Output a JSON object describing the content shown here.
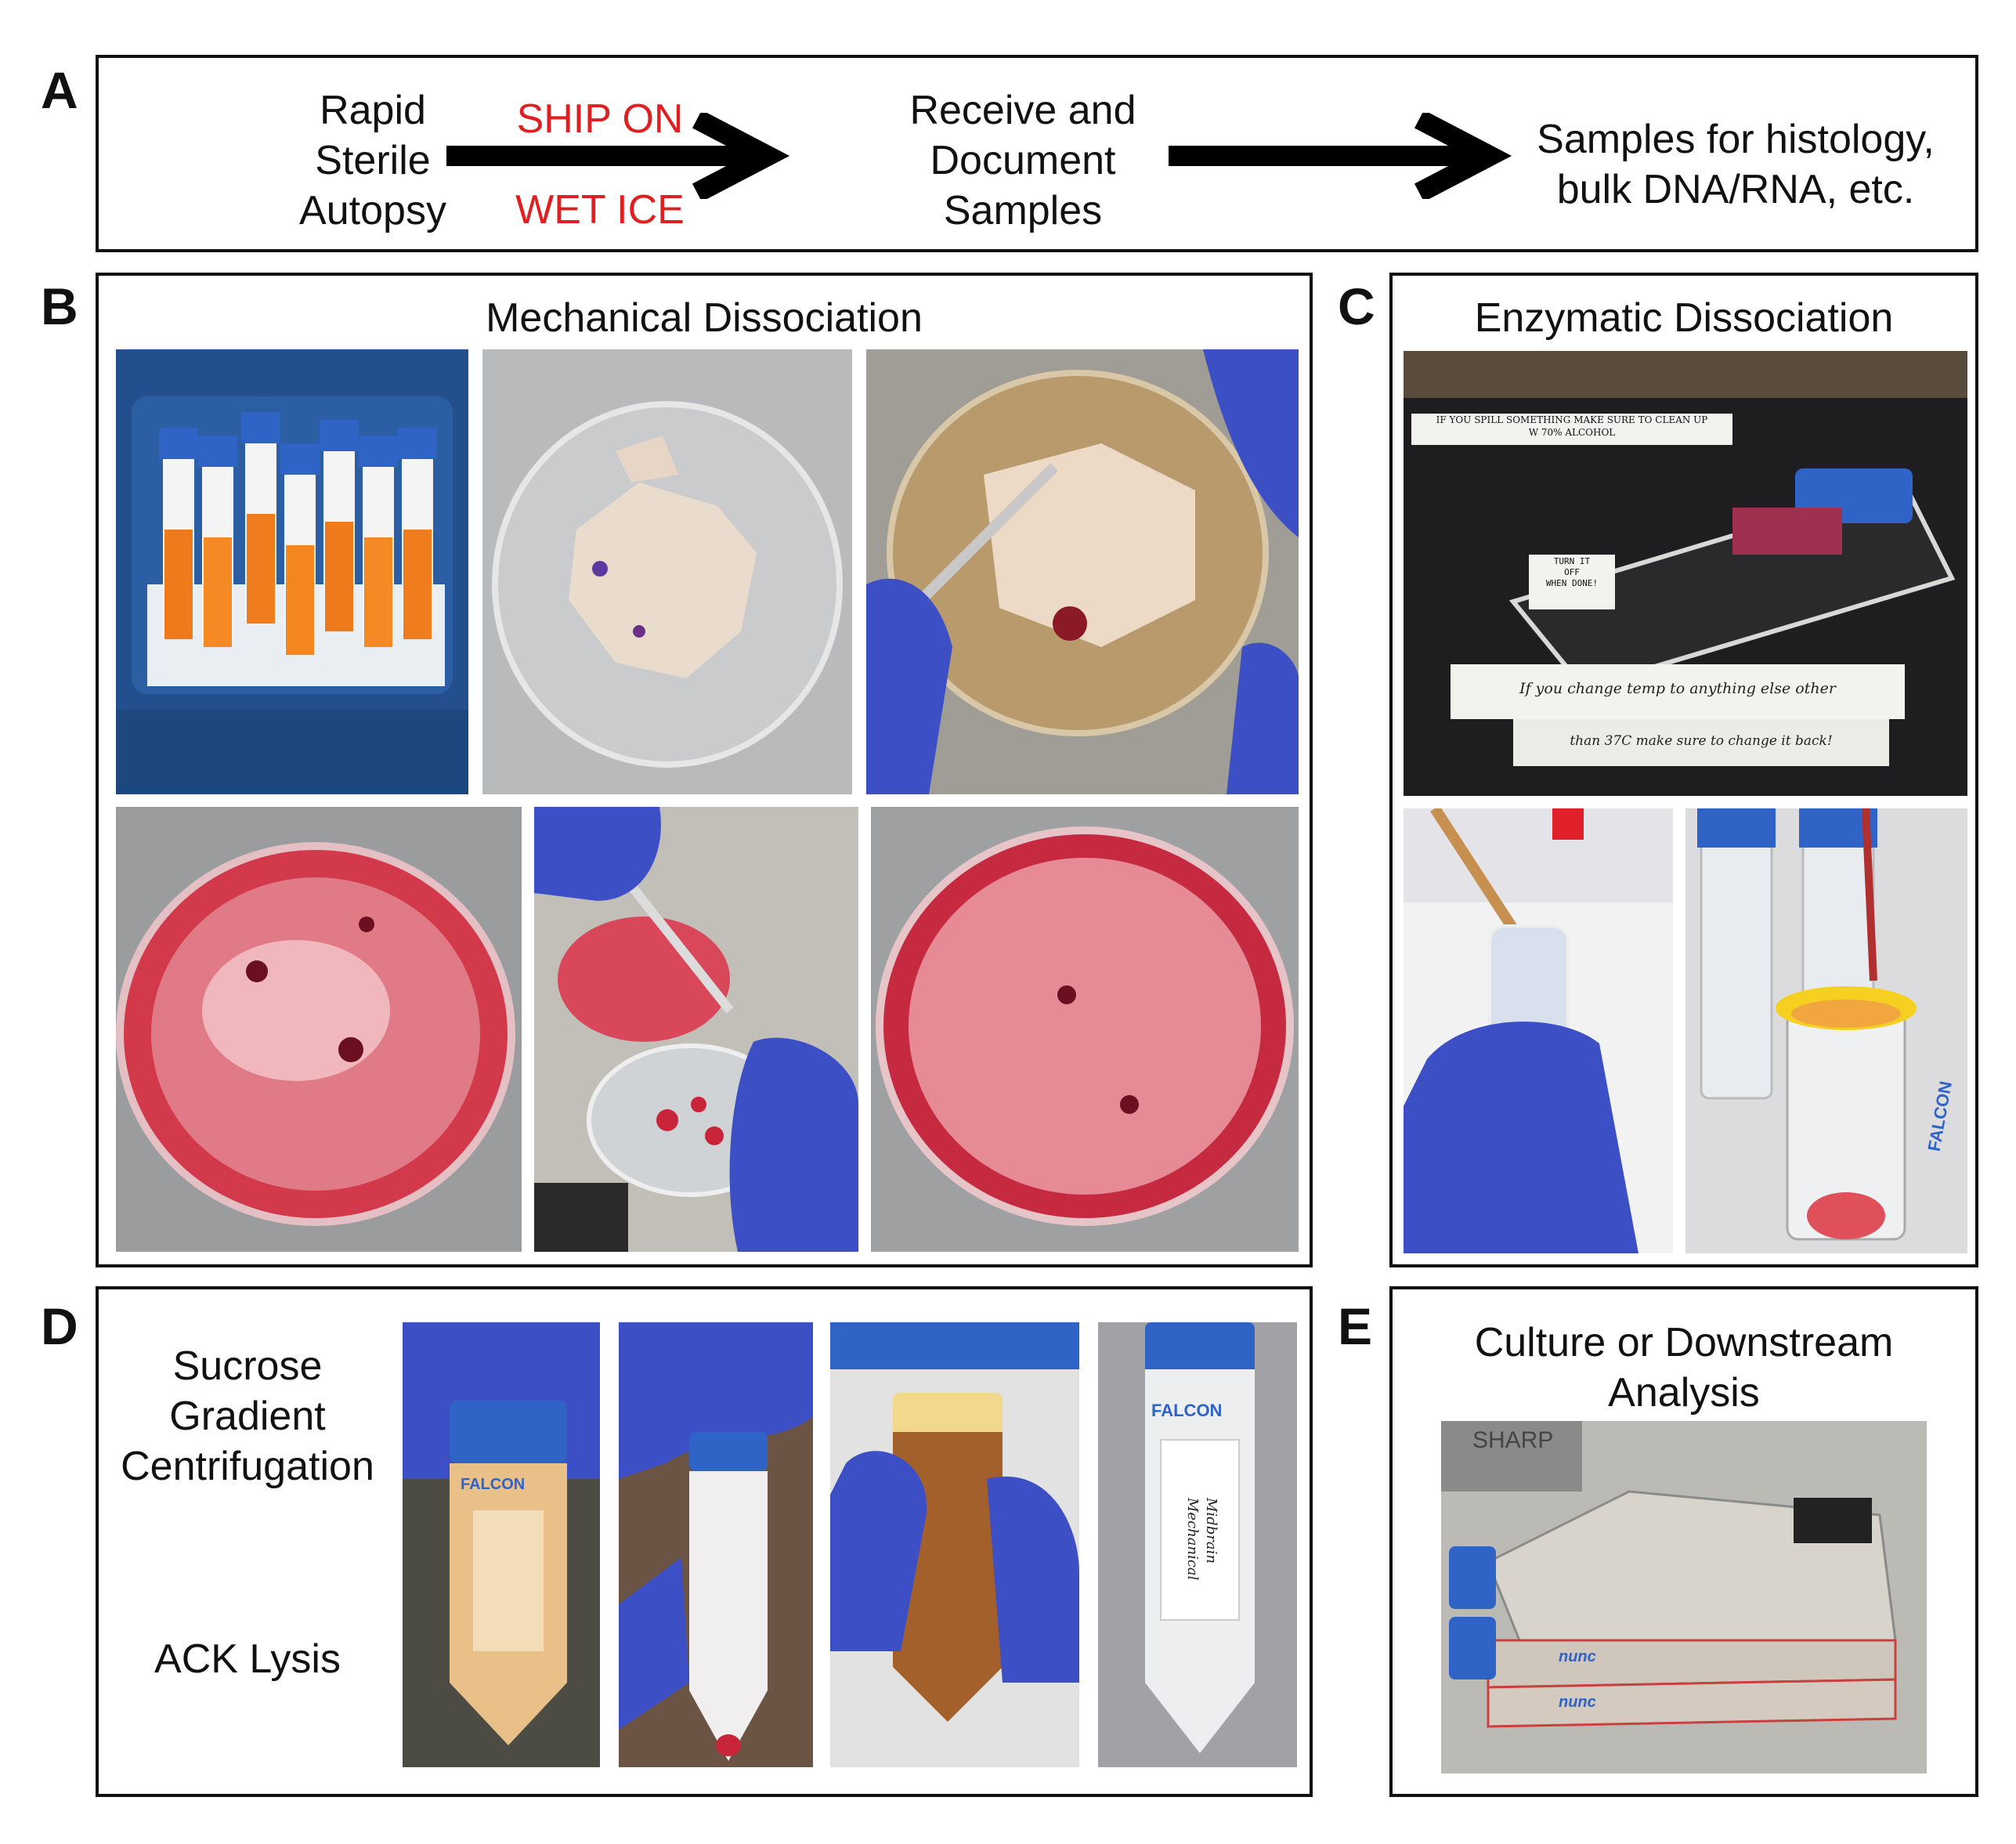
{
  "panels": {
    "A": {
      "letter": "A",
      "step1": [
        "Rapid",
        "Sterile",
        "Autopsy"
      ],
      "ship_top": "SHIP ON",
      "ship_bottom": "WET ICE",
      "step2": [
        "Receive and",
        "Document",
        "Samples"
      ],
      "step3": [
        "Samples for histology,",
        "bulk DNA/RNA, etc."
      ]
    },
    "B": {
      "letter": "B",
      "title": "Mechanical Dissociation"
    },
    "C": {
      "letter": "C",
      "title": "Enzymatic Dissociation",
      "sign_top": "IF YOU SPILL SOMETHING MAKE SURE TO CLEAN UP",
      "sign_top2": "W 70% ALCOHOL",
      "sign_turn": [
        "TURN IT",
        "OFF",
        "WHEN DONE!"
      ],
      "sign_hand1": "If you change temp to anything else other",
      "sign_hand2": "than 37C make sure to change it back!",
      "tube_label": "FALCON"
    },
    "D": {
      "letter": "D",
      "label1": [
        "Sucrose",
        "Gradient",
        "Centrifugation"
      ],
      "label2": "ACK Lysis",
      "tube_brand": "FALCON",
      "hand_label": [
        "Midbrain",
        "Mechanical"
      ]
    },
    "E": {
      "letter": "E",
      "title": [
        "Culture or Downstream",
        "Analysis"
      ],
      "flask_brand": "nunc",
      "sharps": "SHARP"
    }
  },
  "colors": {
    "ship_text": "#e02020",
    "glove": "#3d4fc4",
    "tissue_red": "#c8243a",
    "tube_cap": "#2f63c6"
  }
}
